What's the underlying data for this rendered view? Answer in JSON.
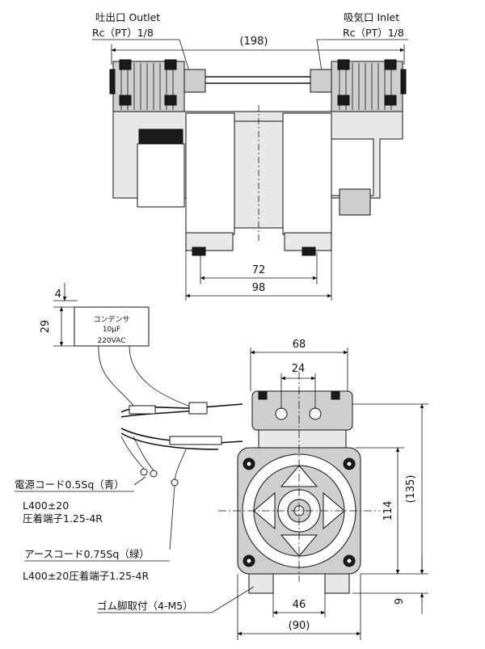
{
  "labels": {
    "outlet_line1": "吐出口 Outlet",
    "outlet_line2": "Rc（PT）1/8",
    "inlet_line1": "吸気口 Inlet",
    "inlet_line2": "Rc（PT）1/8",
    "power_cord": "電源コード0.5Sq（青）",
    "power_len": "L400±20",
    "power_term": "圧着端子1.25-4R",
    "earth_cord": "アースコード0.75Sq（緑）",
    "earth_len_term": "L400±20圧着端子1.25-4R",
    "rubber_feet": "ゴム脚取付（4-M5）"
  },
  "capacitor": {
    "title": "コンデンサ",
    "value": "10μF",
    "voltage": "220VAC"
  },
  "dimensions": {
    "top_width": "(198)",
    "top_72": "72",
    "top_98": "98",
    "cap_4": "4",
    "cap_29": "29",
    "side_68": "68",
    "side_24": "24",
    "side_114": "114",
    "side_135": "(135)",
    "side_9": "9",
    "side_46": "46",
    "side_90": "(90)"
  }
}
